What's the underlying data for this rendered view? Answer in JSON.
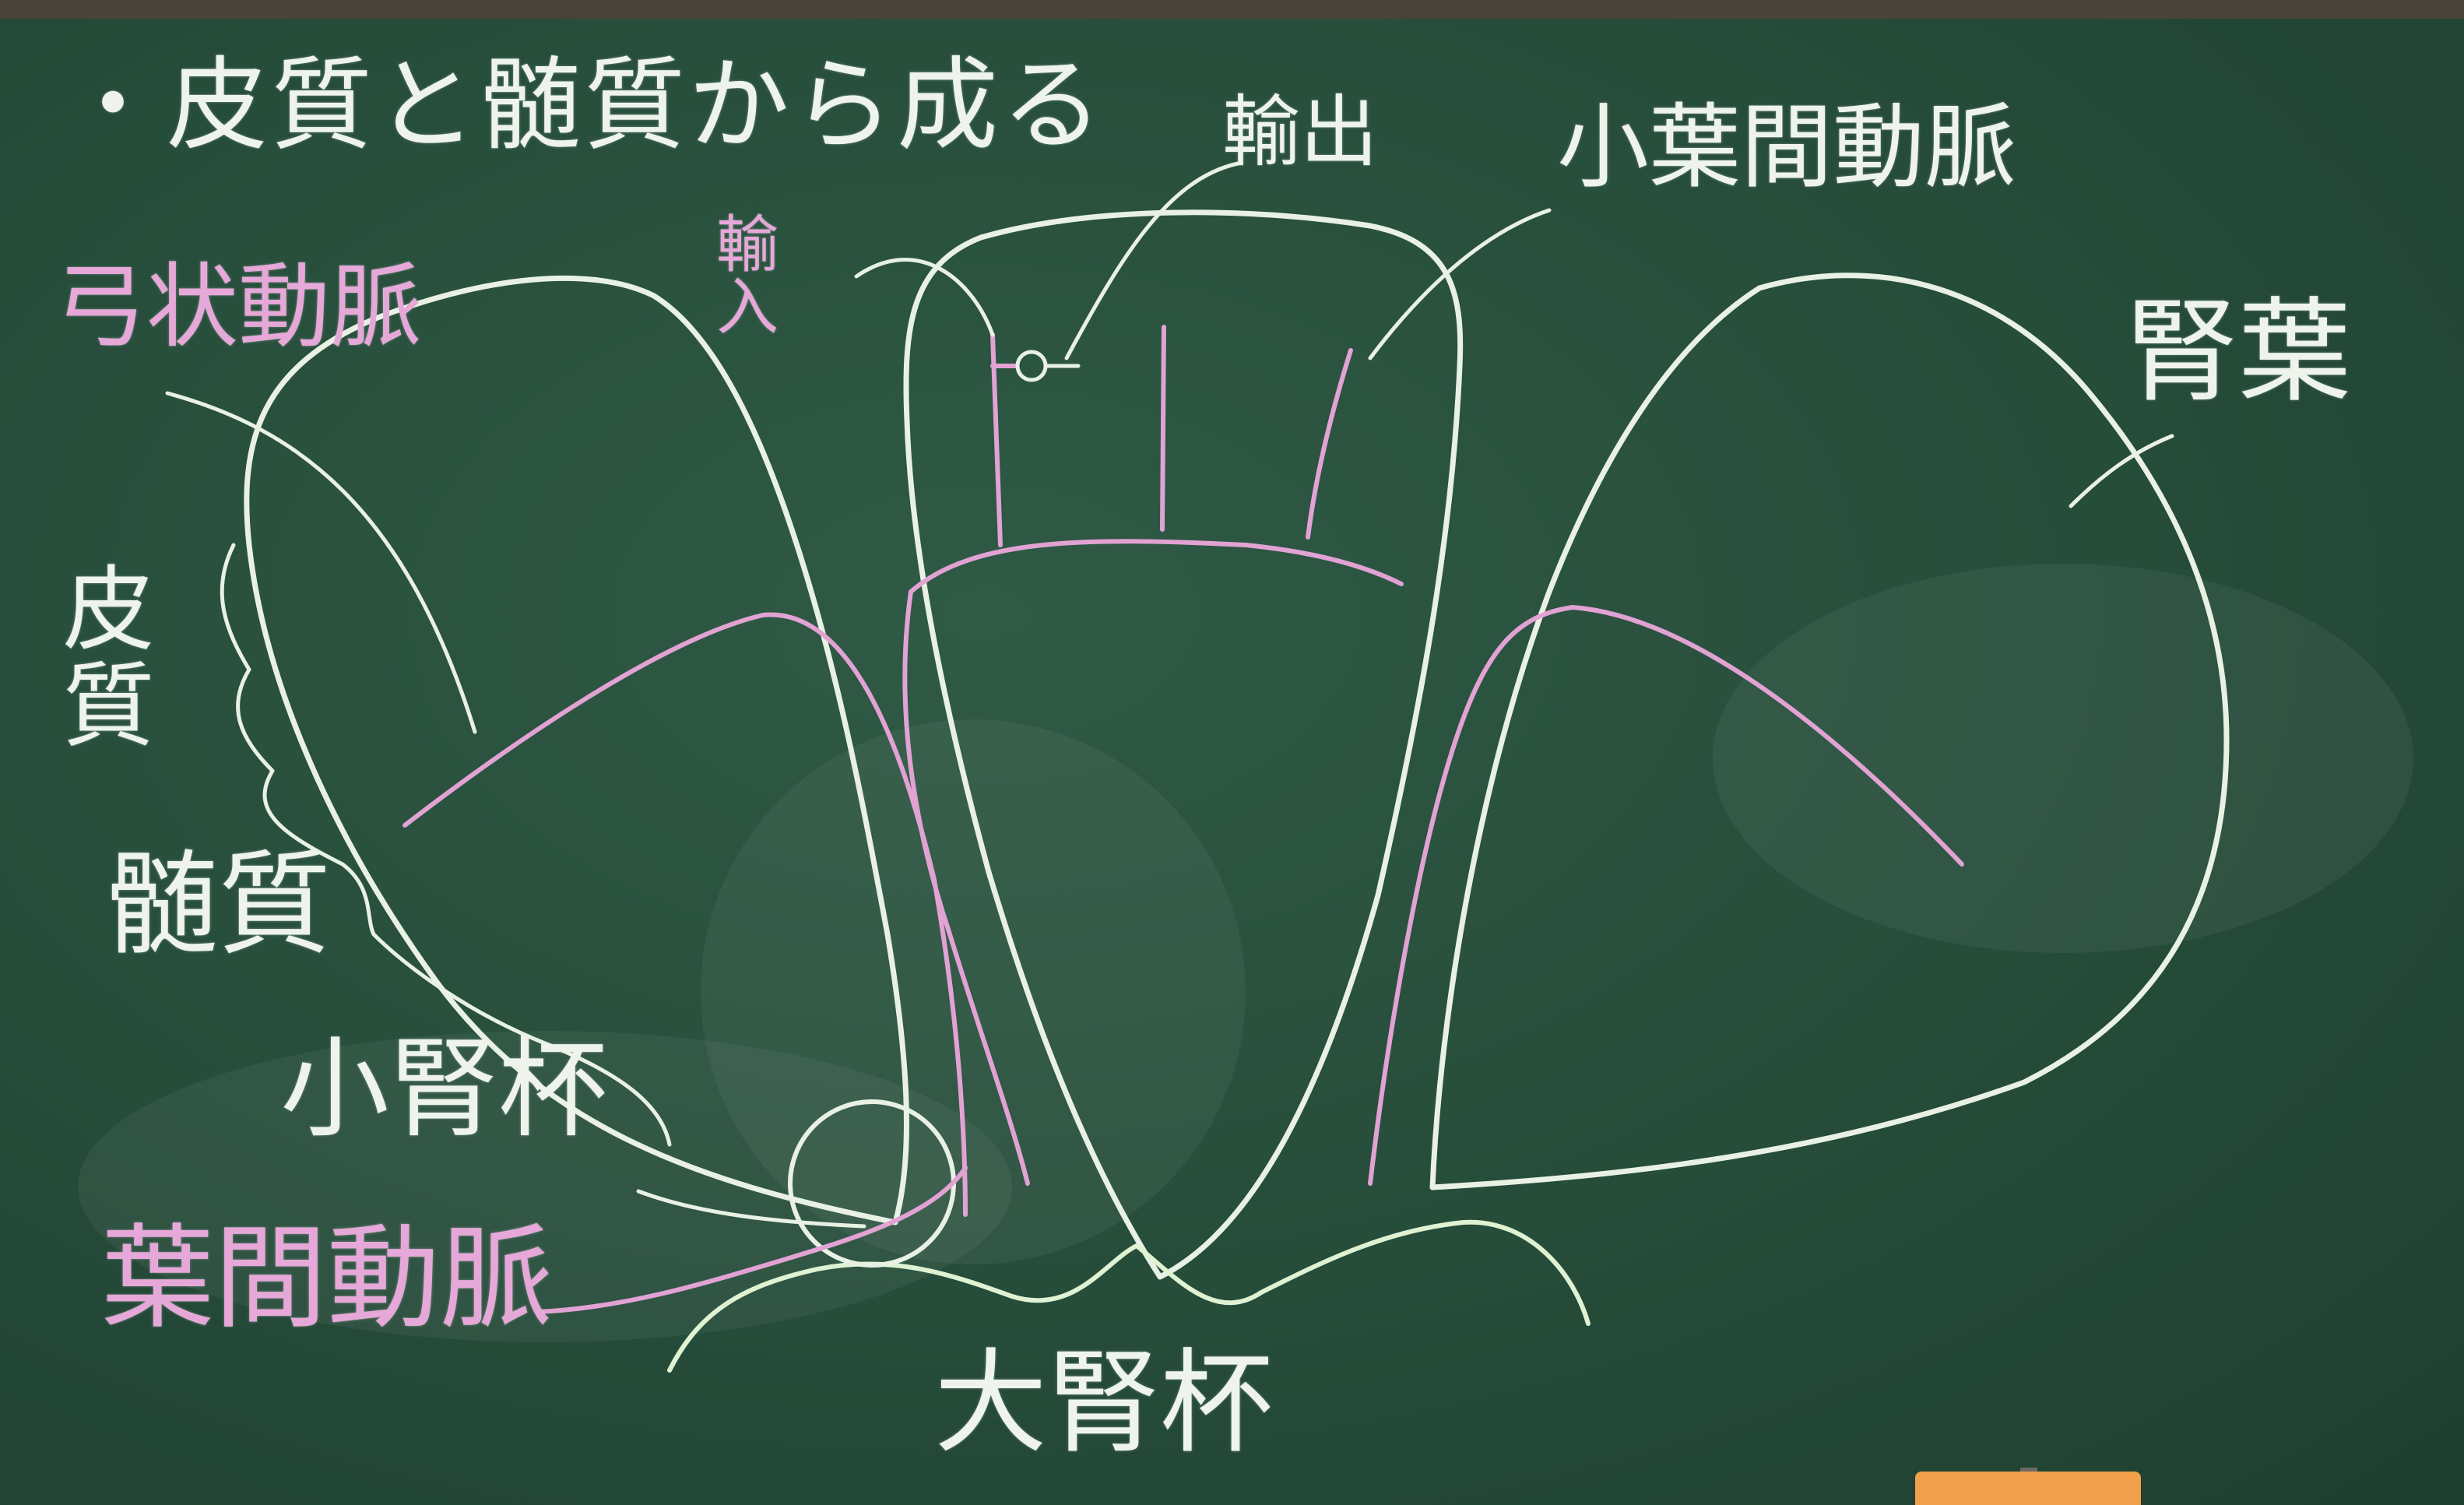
{
  "title": "・皮質と髄質から成る",
  "labels": {
    "arcuate_artery": "弓状動脈",
    "afferent": "輸入",
    "efferent": "輸出",
    "interlobular_artery": "小葉間動脈",
    "kidney_lobe": "腎葉",
    "cortex": "皮質",
    "medulla": "髄質",
    "minor_calyx": "小腎杯",
    "interlobar_artery": "葉間動脈",
    "major_calyx": "大腎杯"
  },
  "colors": {
    "board": "#264c3a",
    "chalk_white": "#eef4ec",
    "chalk_pink": "#e6a8d8",
    "chalk_green": "#d9f2c8"
  }
}
